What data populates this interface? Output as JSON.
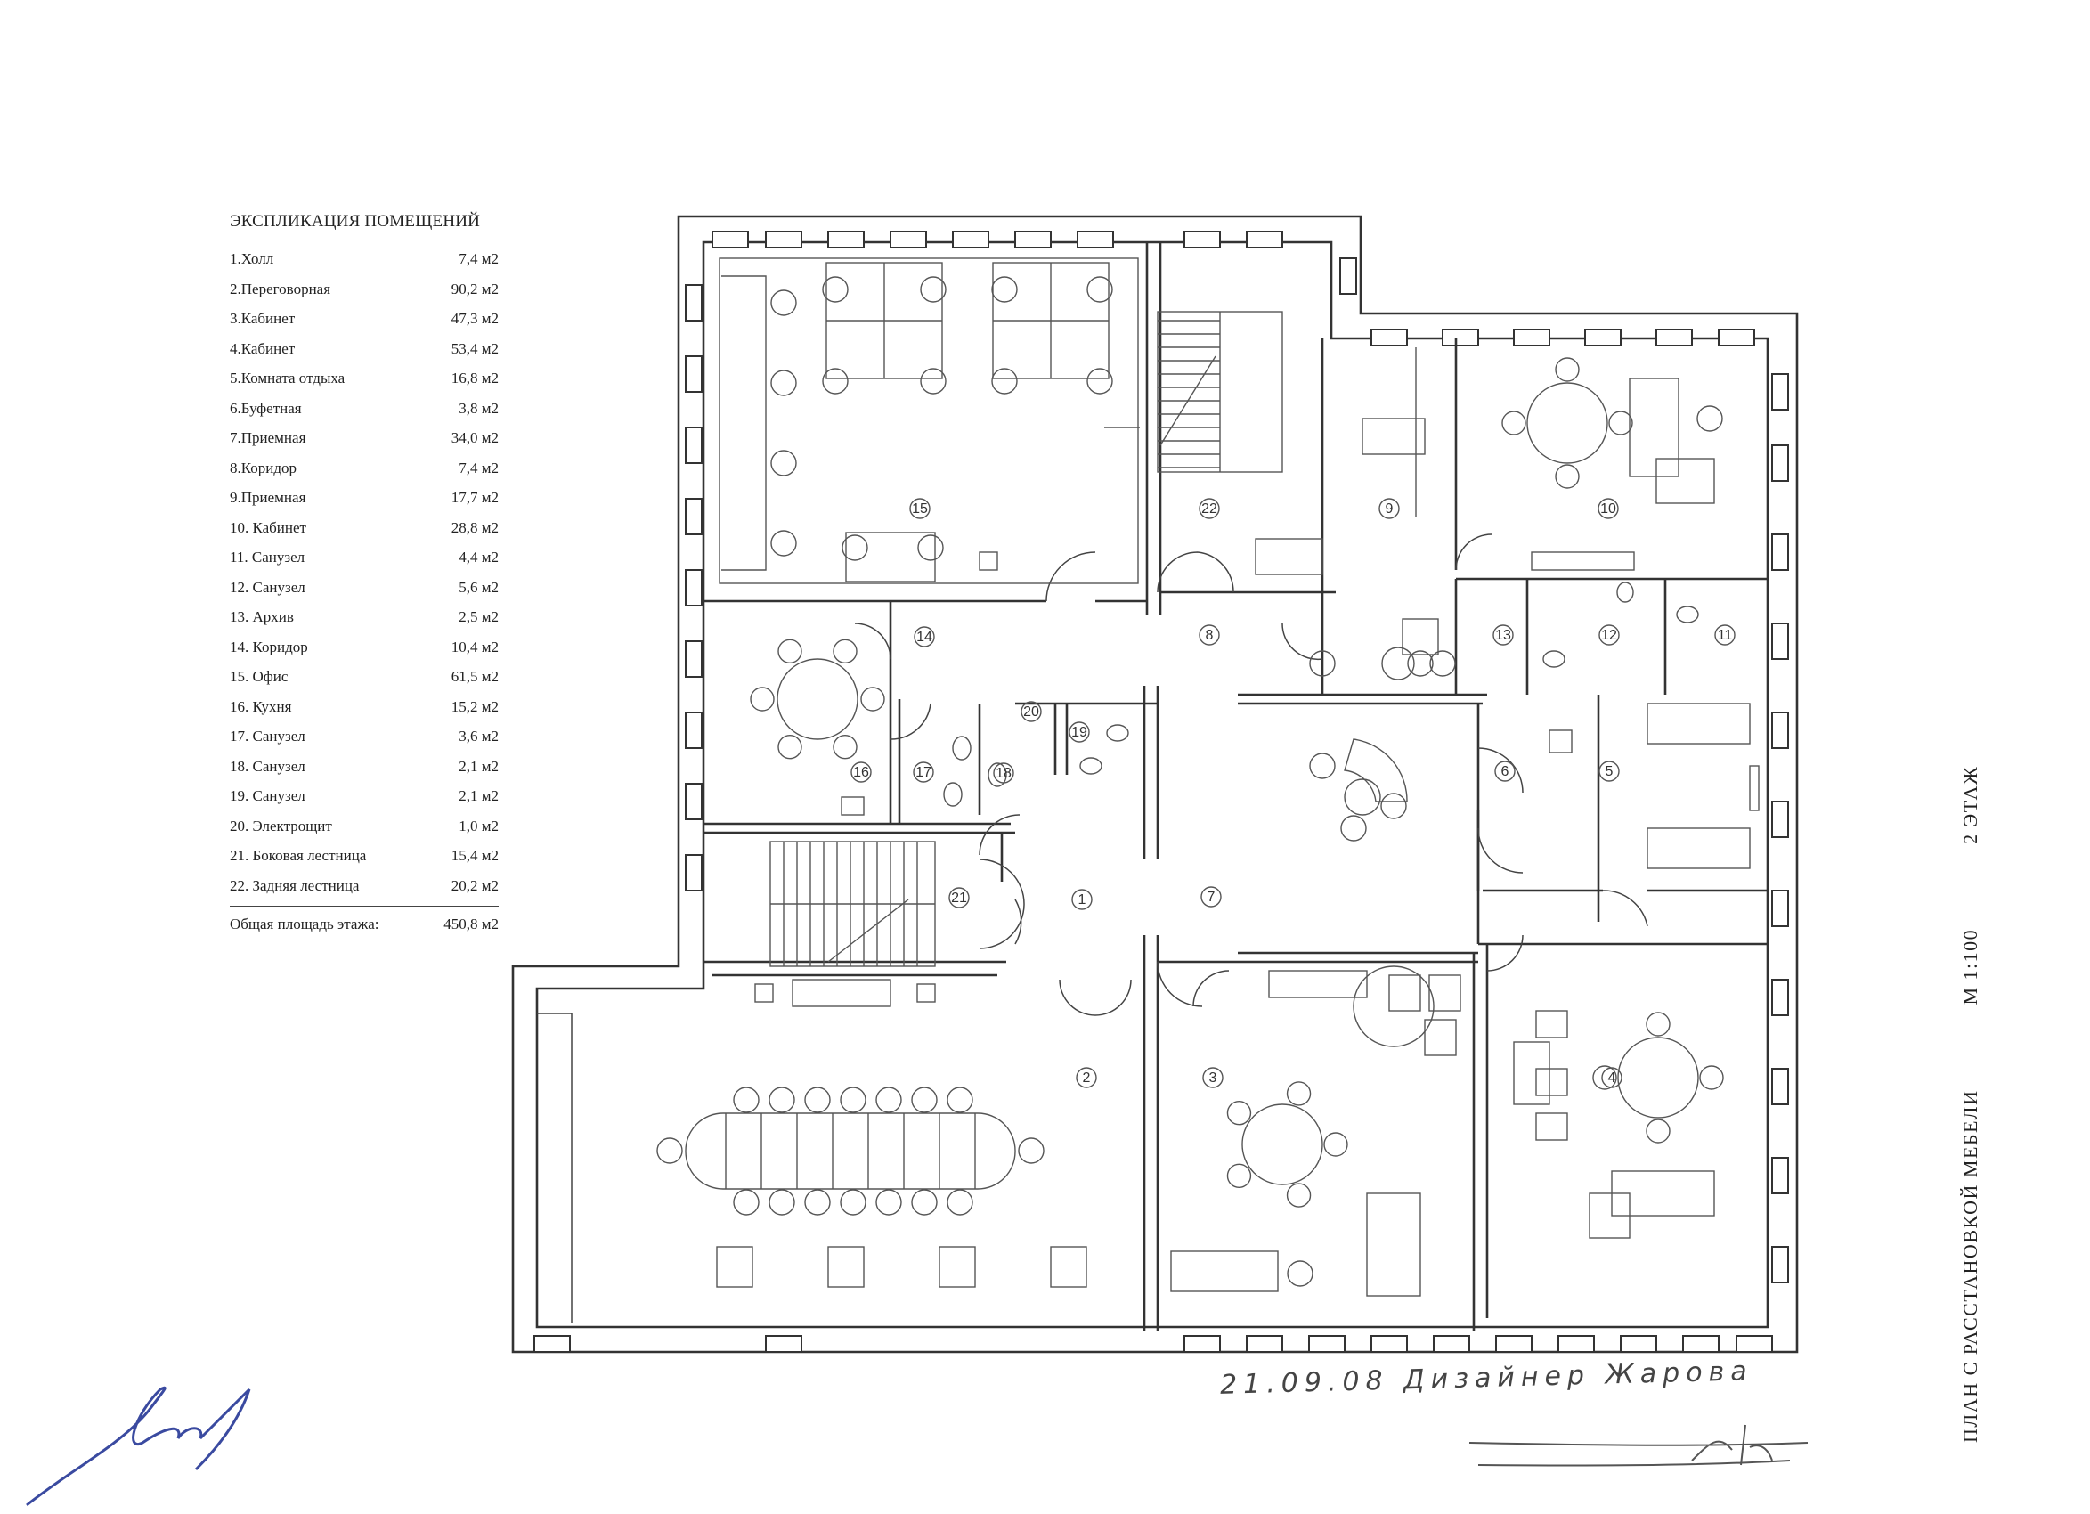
{
  "legend": {
    "title": "ЭКСПЛИКАЦИЯ ПОМЕЩЕНИЙ",
    "rooms": [
      {
        "label": "1.Холл",
        "area": "7,4 м2"
      },
      {
        "label": "2.Переговорная",
        "area": "90,2 м2"
      },
      {
        "label": "3.Кабинет",
        "area": "47,3 м2"
      },
      {
        "label": "4.Кабинет",
        "area": "53,4 м2"
      },
      {
        "label": "5.Комната отдыха",
        "area": "16,8 м2"
      },
      {
        "label": "6.Буфетная",
        "area": "3,8 м2"
      },
      {
        "label": "7.Приемная",
        "area": "34,0 м2"
      },
      {
        "label": "8.Коридор",
        "area": "7,4 м2"
      },
      {
        "label": "9.Приемная",
        "area": "17,7 м2"
      },
      {
        "label": "10. Кабинет",
        "area": "28,8 м2"
      },
      {
        "label": "11. Санузел",
        "area": "4,4 м2"
      },
      {
        "label": "12. Санузел",
        "area": "5,6 м2"
      },
      {
        "label": "13. Архив",
        "area": "2,5 м2"
      },
      {
        "label": "14. Коридор",
        "area": "10,4 м2"
      },
      {
        "label": "15. Офис",
        "area": "61,5 м2"
      },
      {
        "label": "16. Кухня",
        "area": "15,2 м2"
      },
      {
        "label": "17. Санузел",
        "area": "3,6 м2"
      },
      {
        "label": "18. Санузел",
        "area": "2,1 м2"
      },
      {
        "label": "19. Санузел",
        "area": "2,1 м2"
      },
      {
        "label": "20. Электрощит",
        "area": "1,0 м2"
      },
      {
        "label": "21. Боковая лестница",
        "area": "15,4 м2"
      },
      {
        "label": "22. Задняя лестница",
        "area": "20,2 м2"
      }
    ],
    "total_label": "Общая площадь этажа:",
    "total_area": "450,8 м2"
  },
  "plan": {
    "room_numbers": [
      "1",
      "2",
      "3",
      "4",
      "5",
      "6",
      "7",
      "8",
      "9",
      "10",
      "11",
      "12",
      "13",
      "14",
      "15",
      "16",
      "17",
      "18",
      "19",
      "20",
      "21",
      "22"
    ]
  },
  "title_block": {
    "title": "ПЛАН С РАССТАНОВКОЙ МЕБЕЛИ",
    "scale": "М 1:100",
    "floor": "2 ЭТАЖ"
  },
  "handwritten_note": "21.09.08 Дизайнер Жарова",
  "colors": {
    "line": "#333333",
    "paper": "#ffffff"
  }
}
